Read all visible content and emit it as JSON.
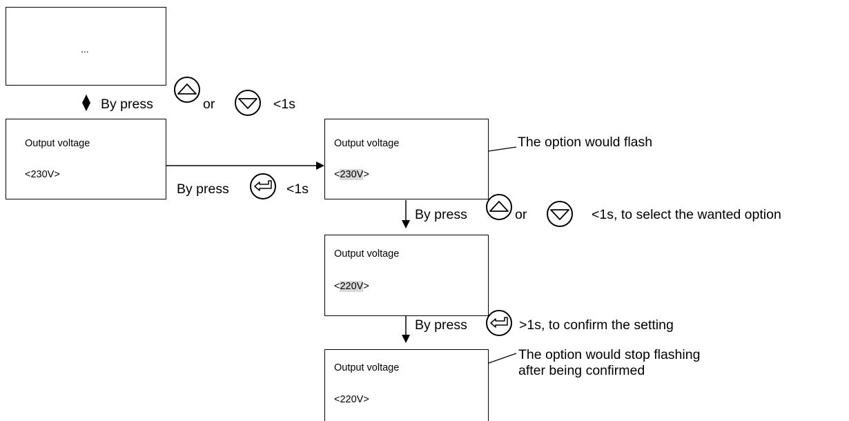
{
  "screens": {
    "top": {
      "text": "..."
    },
    "start": {
      "title": "Output voltage",
      "value": "<230V>"
    },
    "select": {
      "title": "Output voltage",
      "value_open": "<",
      "value_main": "230V",
      "value_close": ">"
    },
    "changed": {
      "title": "Output voltage",
      "value_open": "<",
      "value_main": "220V",
      "value_close": ">"
    },
    "confirmed": {
      "title": "Output voltage",
      "value": "<220V>"
    }
  },
  "labels": {
    "nav_by_press": "By press",
    "nav_or": "or",
    "nav_time": "<1s",
    "enter_by_press": "By press",
    "enter_time": "<1s",
    "flash_note": "The option would flash",
    "select_by_press": "By press",
    "select_or": "or",
    "select_time": "<1s, to select the wanted option",
    "confirm_by_press": "By press",
    "confirm_time": ">1s, to confirm the setting",
    "stop_note_line1": "The option would stop flashing",
    "stop_note_line2": "after being confirmed"
  },
  "icons": {
    "up": "up-button-icon",
    "down": "down-button-icon",
    "enter": "enter-button-icon"
  },
  "colors": {
    "highlight": "#d9d9d9"
  }
}
